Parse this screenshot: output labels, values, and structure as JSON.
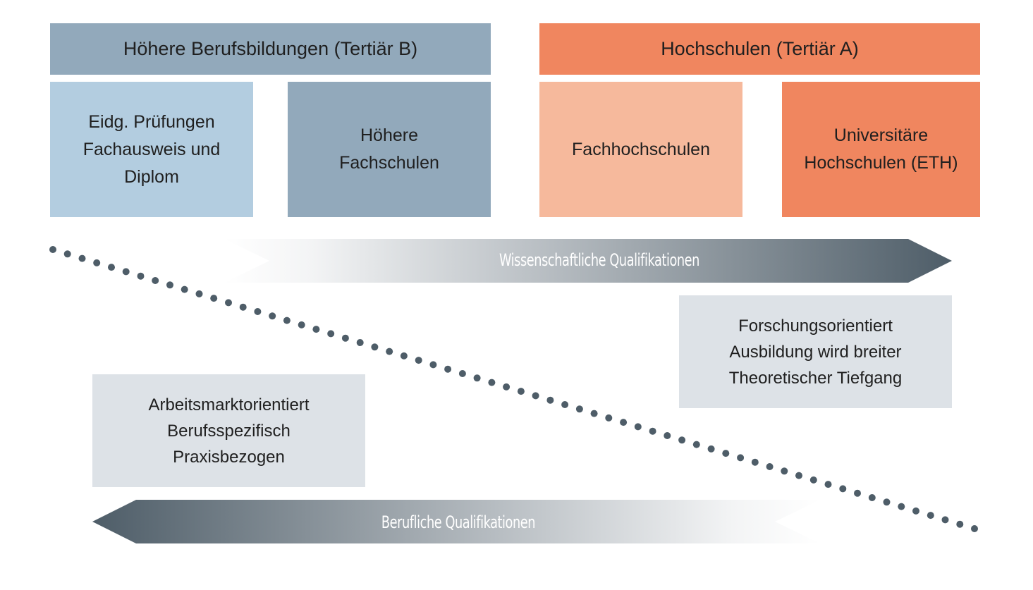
{
  "colors": {
    "tertiary_b": "#92a9bb",
    "tertiary_b_light": "#b3cde0",
    "tertiary_a": "#f0865f",
    "tertiary_a_light": "#f6b99c",
    "note_bg": "#dde2e7",
    "arrow_dark": "#4e5d68",
    "dots": "#4e5d68"
  },
  "tertiary_b": {
    "title": "Höhere Berufsbildungen (Tertiär B)",
    "items": [
      {
        "label": "Eidg. Prüfungen\nFachausweis und\nDiplom"
      },
      {
        "label": "Höhere\nFachschulen"
      }
    ]
  },
  "tertiary_a": {
    "title": "Hochschulen (Tertiär A)",
    "items": [
      {
        "label": "Fachhochschulen"
      },
      {
        "label": "Universitäre\nHochschulen (ETH)"
      }
    ]
  },
  "arrows": {
    "scientific": "Wissenschaftliche Qualifikationen",
    "vocational": "Berufliche Qualifikationen"
  },
  "notes": {
    "research": "Forschungsorientiert\nAusbildung wird breiter\nTheoretischer Tiefgang",
    "practice": "Arbeitsmarktorientiert\nBerufsspezifisch\nPraxisbezogen"
  }
}
